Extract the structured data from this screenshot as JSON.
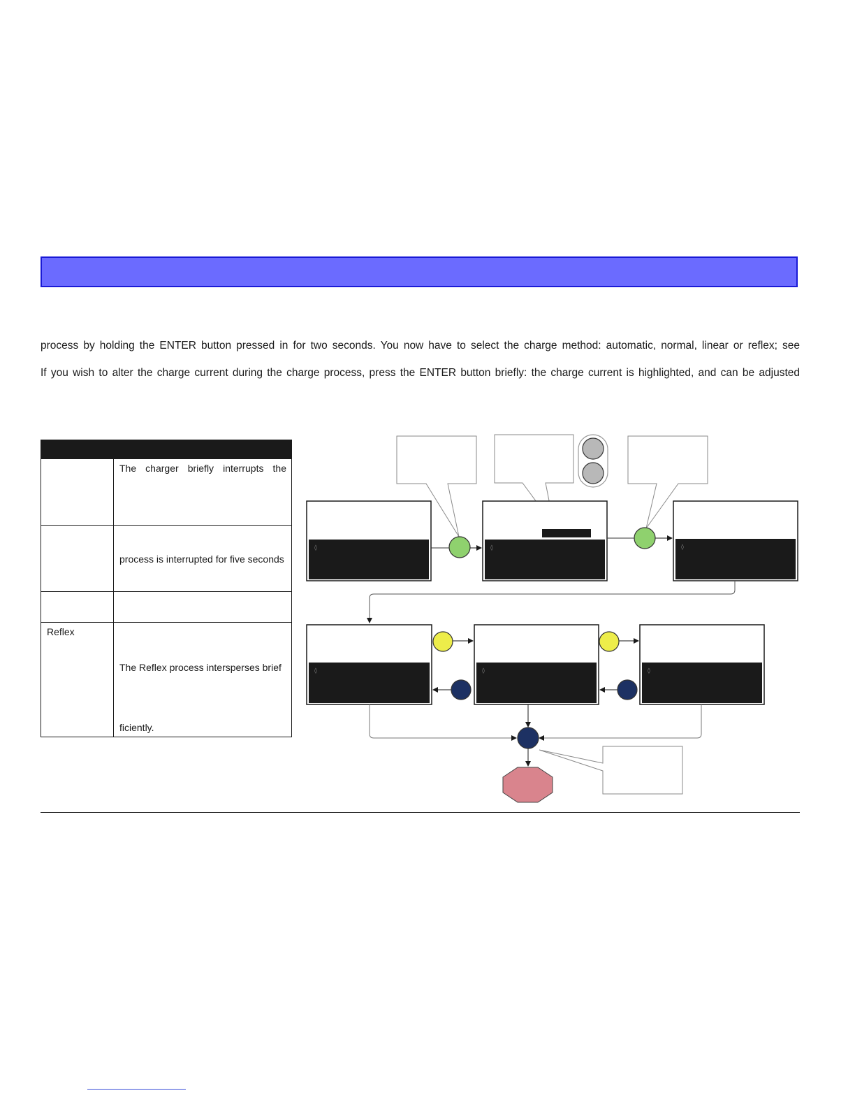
{
  "banner": {
    "color": "#6b6bff",
    "border_color": "#1a1ad6"
  },
  "paragraphs": [
    "process by holding the ENTER button pressed in for two seconds. You now have to select the charge method: automatic, normal, linear or reflex; see",
    "If you wish to alter the charge current during the charge process, press the ENTER button briefly: the charge current is highlighted, and can be adjusted"
  ],
  "table": {
    "rows": [
      {
        "label": "",
        "text": "The charger briefly interrupts the"
      },
      {
        "label": "",
        "text": "process is interrupted for five seconds"
      },
      {
        "label": "",
        "text": ""
      },
      {
        "label": "Reflex",
        "text": "The Reflex process intersperses brief",
        "text2": "ficiently."
      }
    ]
  },
  "diagram": {
    "colors": {
      "enter_button": "#8fd16e",
      "inc_button": "#eded4a",
      "dec_button": "#1d3163",
      "stop_octagon": "#d9848d",
      "screen_dark": "#1a1a1a",
      "selector_gray": "#b8b8b8"
    },
    "icons": [
      "enter-button-icon",
      "increase-button-icon",
      "decrease-button-icon",
      "stop-icon",
      "selector-knob-icon"
    ]
  }
}
